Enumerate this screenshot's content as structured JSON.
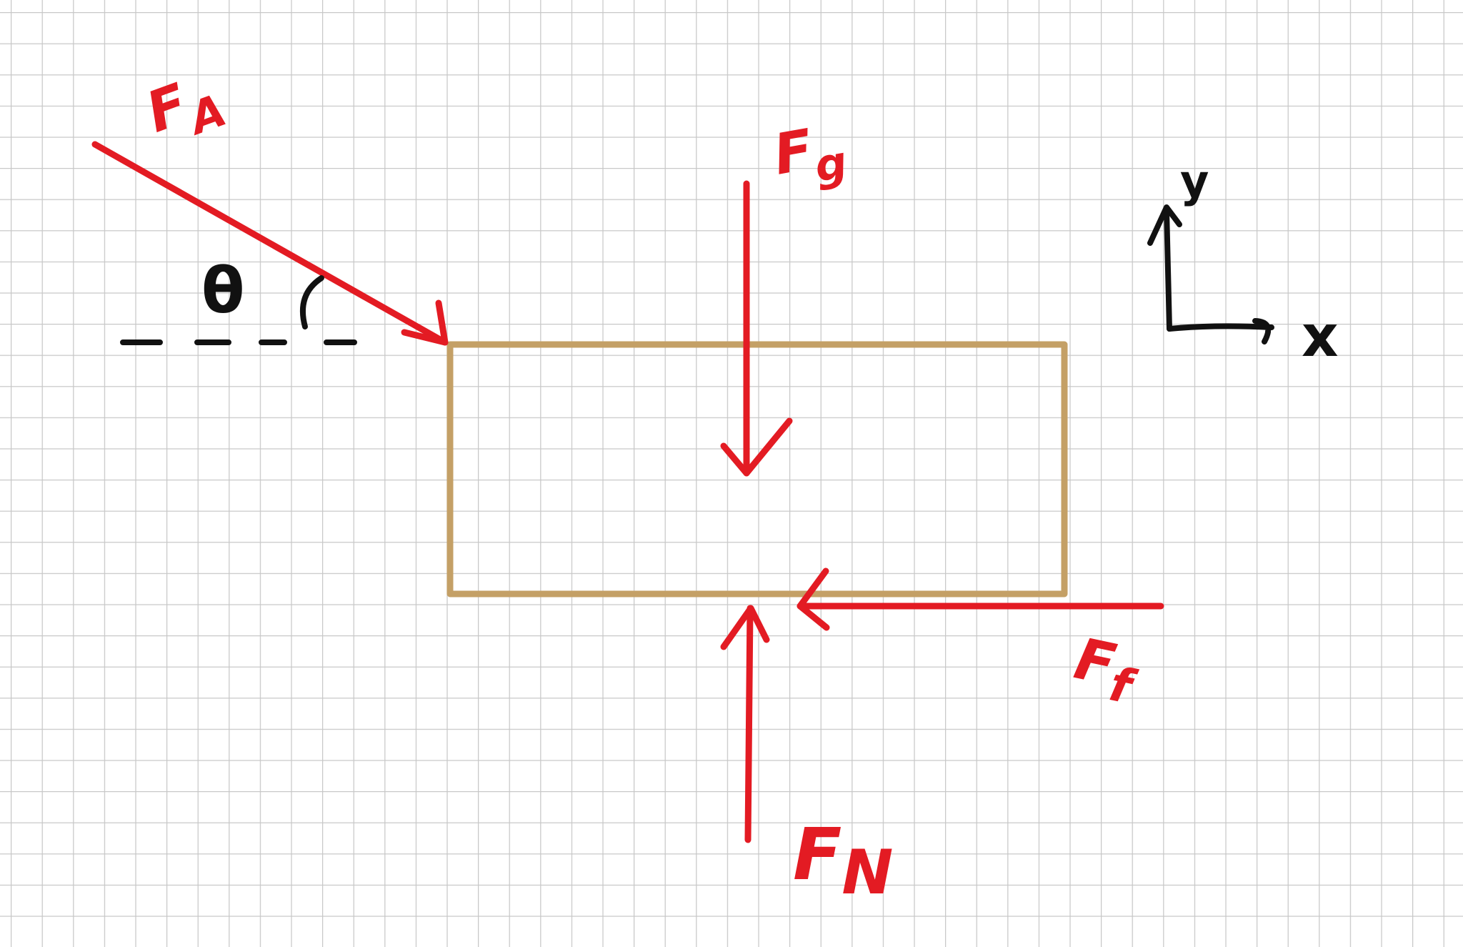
{
  "diagram": {
    "colors": {
      "force": "#e31b23",
      "block": "#c4a066",
      "axes": "#111111",
      "grid": "#c8c8c8",
      "background": "#ffffff"
    },
    "labels": {
      "applied": {
        "main": "F",
        "sub": "A"
      },
      "gravity": {
        "main": "F",
        "sub": "g"
      },
      "normal": {
        "main": "F",
        "sub": "N"
      },
      "friction": {
        "main": "F",
        "sub": "f"
      },
      "angle": "θ",
      "axis_x": "x",
      "axis_y": "y"
    }
  }
}
